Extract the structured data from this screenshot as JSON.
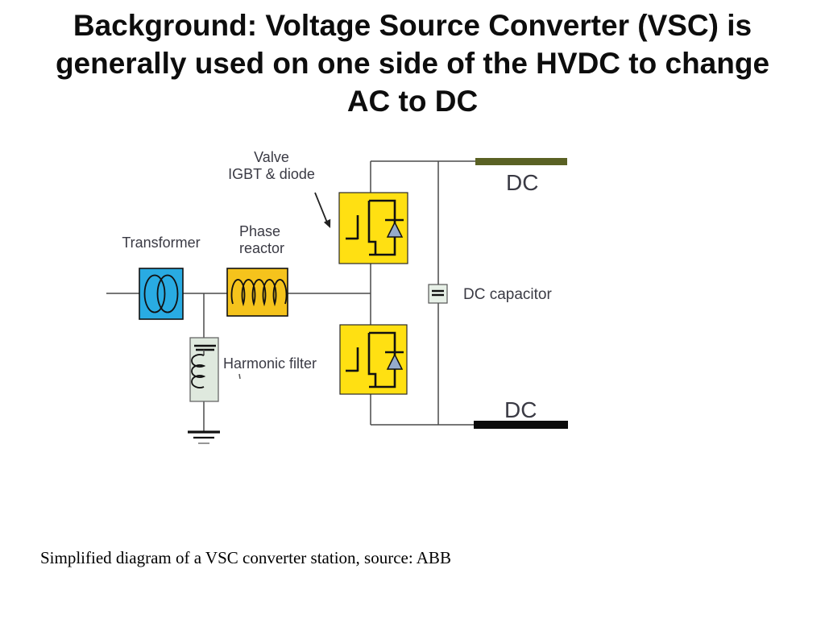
{
  "title": {
    "text": "Background: Voltage Source Converter (VSC) is\ngenerally used on one side of the HVDC to change\nAC to DC"
  },
  "diagram": {
    "labels": {
      "valve": "Valve\nIGBT & diode",
      "transformer": "Transformer",
      "phase_reactor": "Phase\nreactor",
      "harmonic_filter": "Harmonic filter",
      "dc_capacitor": "DC capacitor",
      "dc_top": "DC",
      "dc_bottom": "DC"
    },
    "colors": {
      "transformer_fill": "#29ABE2",
      "reactor_fill": "#F5C31C",
      "valve_fill": "#FFE012",
      "filter_fill": "#DFE9DE",
      "capacitor_fill": "#E7F0E7",
      "diode_fill": "#96ABCB",
      "dc_bar_top": "#5A6124",
      "dc_bar_bottom": "#0B0B0B",
      "wire": "#4A4A4A",
      "label_text": "#3A3A44"
    }
  },
  "caption": {
    "text": "Simplified diagram of a VSC converter station, source: ABB"
  }
}
